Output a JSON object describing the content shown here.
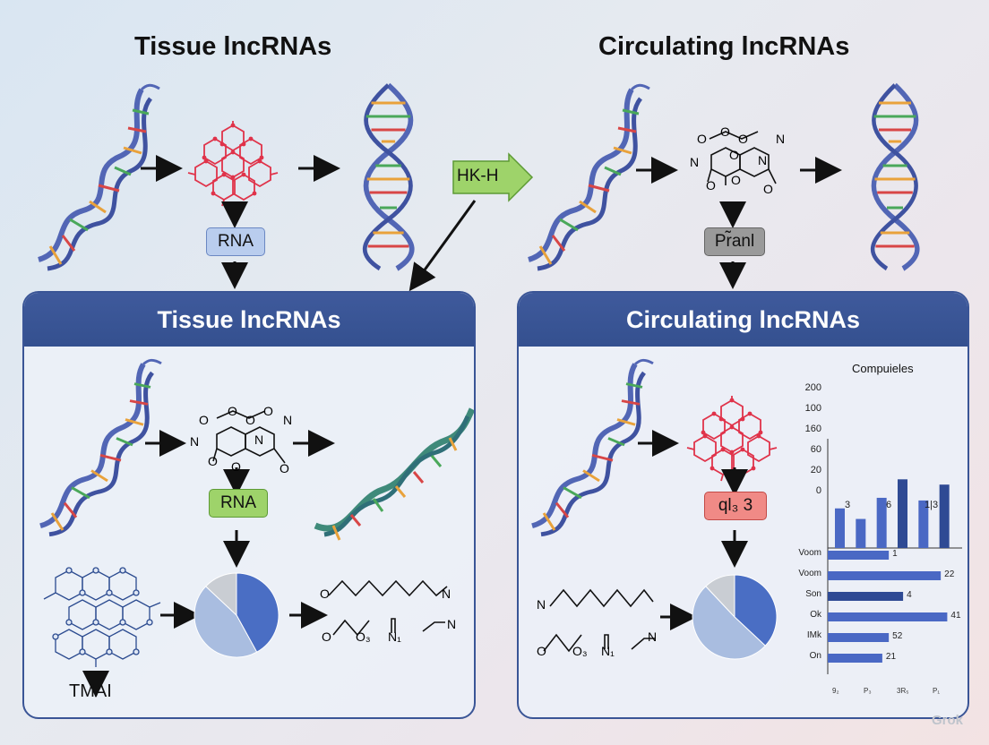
{
  "titles": {
    "tissue_top": "Tissue lncRNAs",
    "circulating_top": "Circulating lncRNAs",
    "tissue_panel": "Tissue lncRNAs",
    "circulating_panel": "Circulating lncRNAs"
  },
  "labels": {
    "rna_top": "RNA",
    "hkh_arrow": "HK-H",
    "prnl_top": "Pr̃anl",
    "rna_panel": "RNA",
    "ql3_panel": "ql₃ 3",
    "tmai": "TMAI",
    "watermark": "Grok"
  },
  "molecules": {
    "top_right": [
      "O",
      "O",
      "O",
      "N",
      "N",
      "O",
      "N",
      "O",
      "O",
      "O"
    ],
    "panel_left": [
      "O",
      "O",
      "O",
      "O",
      "N",
      "N",
      "N",
      "O",
      "O",
      "O"
    ],
    "chain_left_1": [
      "O",
      "N"
    ],
    "chain_left_2": [
      "O",
      "O₃",
      "N₁",
      "N"
    ],
    "chain_right_1": [
      "N"
    ],
    "chain_right_2": [
      "O",
      "O₃",
      "N₁",
      "N"
    ]
  },
  "colors": {
    "panel_header": "#3a5596",
    "helix_blue": "#5266b5",
    "helix_green": "#3f8a7a",
    "protein_red": "#e0334a",
    "bar_blue": "#4a68c4",
    "bar_dark": "#2f4a94",
    "pie_dark": "#4a6ec4",
    "pie_light": "#a9bde0",
    "pie_gray": "#c9cdd3"
  },
  "pie_left": {
    "slices": [
      0.42,
      0.45,
      0.13
    ]
  },
  "pie_right": {
    "slices": [
      0.37,
      0.51,
      0.12
    ]
  },
  "chart_data": [
    {
      "type": "bar",
      "title": "Compuieles",
      "yticks": [
        "200",
        "100",
        "160",
        "60",
        "20",
        "0"
      ],
      "xticks": [
        "3",
        "6",
        "1|3"
      ],
      "ylim": [
        0,
        200
      ],
      "values": [
        75,
        55,
        95,
        130,
        90,
        120
      ],
      "dark": [
        false,
        false,
        false,
        true,
        false,
        true
      ]
    },
    {
      "type": "bar",
      "orientation": "horizontal",
      "categories": [
        "Voom",
        "Voom",
        "Son",
        "Ok",
        "IMk",
        "On"
      ],
      "values": [
        1,
        22,
        4,
        41,
        52,
        21
      ],
      "widths_rel": [
        0.47,
        0.87,
        0.58,
        0.92,
        0.47,
        0.42
      ],
      "dark": [
        false,
        false,
        true,
        false,
        false,
        false
      ],
      "xticks": [
        "9₂",
        "P₃",
        "3R₅",
        "P₁"
      ]
    }
  ]
}
